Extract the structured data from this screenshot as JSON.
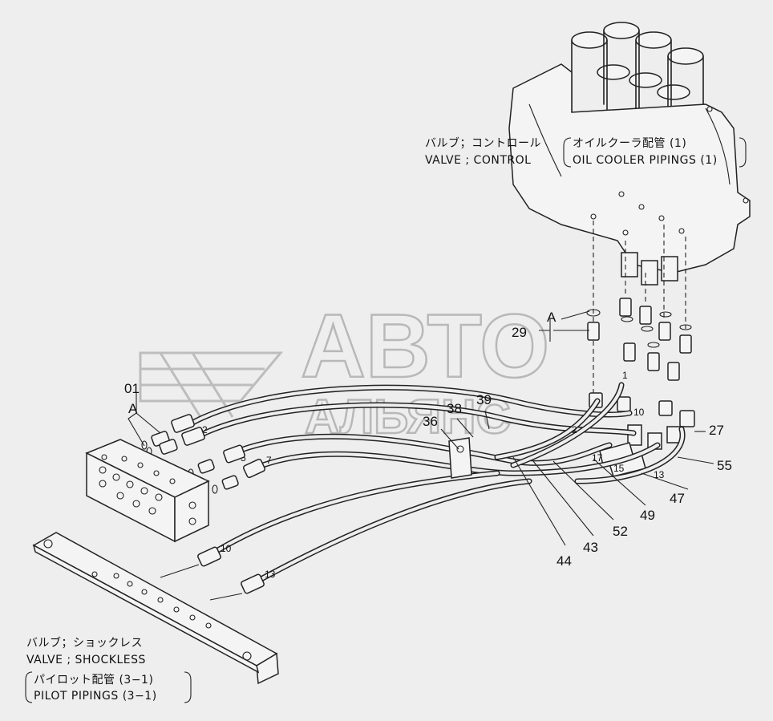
{
  "watermark": {
    "line1": "АВТО",
    "line2": "АЛЬЯНС"
  },
  "captions": {
    "control_valve_jp": "バルブ；コントロール",
    "control_valve_en": "VALVE ; CONTROL",
    "oil_cooler_jp": "オイルクーラ配管 (1)",
    "oil_cooler_en": "OIL  COOLER PIPINGS (1)",
    "shockless_valve_jp": "バルブ；ショックレス",
    "shockless_valve_en": "VALVE ; SHOCKLESS",
    "pilot_jp": "パイロット配管 (3−1)",
    "pilot_en": "PILOT  PIPINGS (3−1)"
  },
  "view_labels": {
    "a_left": "A",
    "a_right": "A"
  },
  "callouts": {
    "c01": "01",
    "c29": "29",
    "c36": "36",
    "c38": "38",
    "c39": "39",
    "c27": "27",
    "c55": "55",
    "c47": "47",
    "c49": "49",
    "c52": "52",
    "c43": "43",
    "c44": "44"
  },
  "hose_marks": {
    "h2a": "2",
    "h5": "5",
    "h7": "7",
    "h2b": "2",
    "h10a": "10",
    "h15": "15",
    "h13a": "13",
    "h10b": "10",
    "h13b": "13",
    "h1": "1",
    "h17": "17"
  }
}
